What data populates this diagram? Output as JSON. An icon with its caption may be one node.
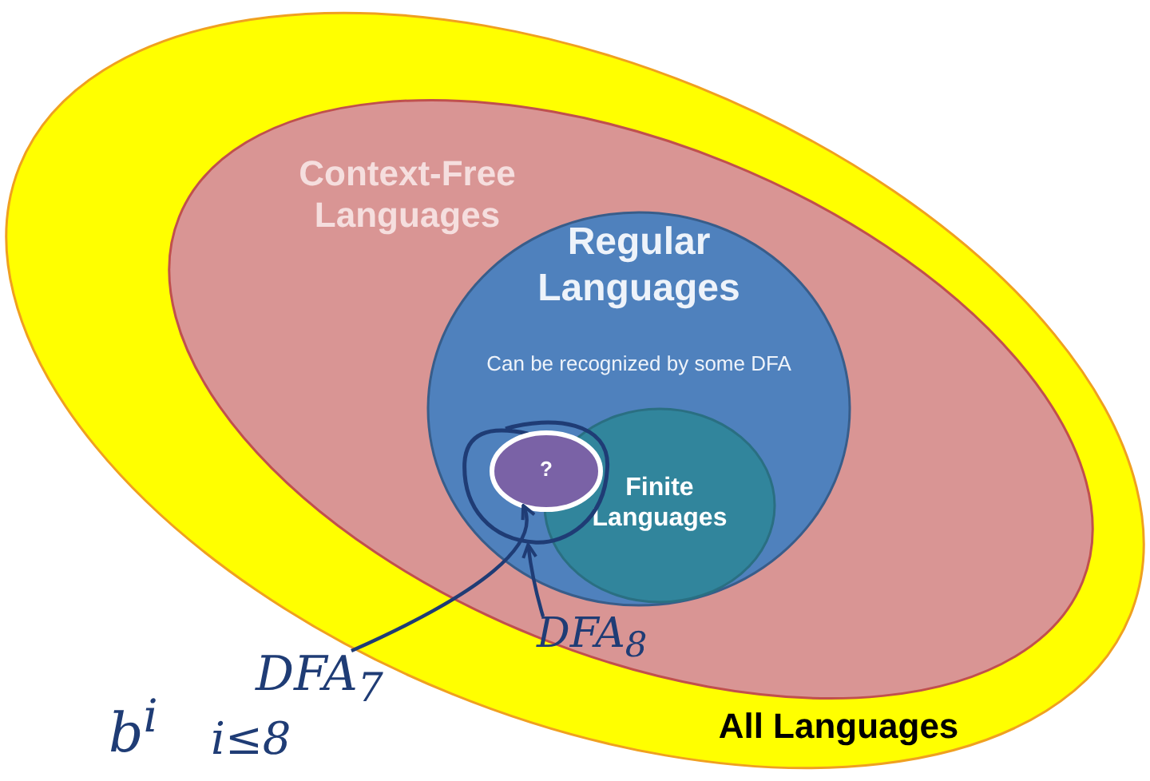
{
  "diagram": {
    "nodes": [
      {
        "text": [
          "All Languages"
        ]
      },
      {
        "text": [
          "Context-Free Languages"
        ],
        "in": 0
      },
      {
        "text": [
          "Regular Languages",
          "Can be recognized by some DFA"
        ],
        "in": 1
      },
      {
        "text": [
          "Finite Languages"
        ],
        "in": 2
      },
      {
        "text": [],
        "shape": "circle",
        "in": 2
      },
      {
        "text": [
          "?"
        ],
        "in": 4
      },
      {
        "text": [
          "DFA$_{7}$"
        ]
      },
      {
        "text": [
          "DFA$_{8}$"
        ],
        "in": 1
      }
    ],
    "edges": [
      {
        "from": 6,
        "to": 5,
        "arrow": "to"
      },
      {
        "from": 7,
        "to": 4,
        "arrow": "to"
      }
    ],
    "labels": [
      "b$^{i}$",
      "i≤8"
    ]
  }
}
